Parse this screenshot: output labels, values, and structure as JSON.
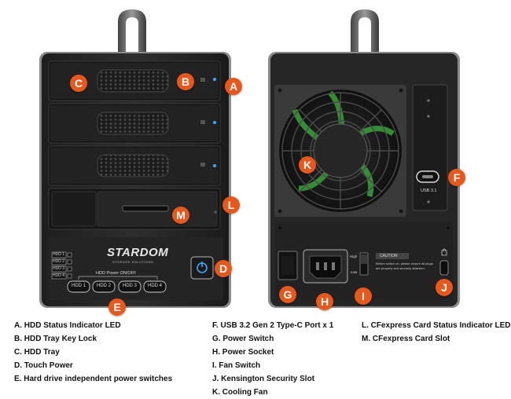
{
  "front": {
    "brand": "STARDOM",
    "brand_sub": "STORAGE SOLUTIONS",
    "indicator_labels": [
      "HDD 1",
      "HDD 2",
      "HDD 3",
      "HDD 4"
    ],
    "power_label": "HDD Power ON/OFF",
    "hdd_buttons": [
      "HDD 1",
      "HDD 2",
      "HDD 3",
      "HDD 4"
    ]
  },
  "back": {
    "usb_label": "USB 3.1",
    "fan_high": "High",
    "fan_low": "Low",
    "caution": "CAUTION",
    "warning_text": "Before switch on, please ensure all plugs are properly and securely attached."
  },
  "callouts": {
    "A": "A",
    "B": "B",
    "C": "C",
    "D": "D",
    "E": "E",
    "F": "F",
    "G": "G",
    "H": "H",
    "I": "I",
    "J": "J",
    "K": "K",
    "L": "L",
    "M": "M"
  },
  "legend": {
    "col1": [
      "A. HDD Status Indicator LED",
      "B. HDD Tray Key Lock",
      "C. HDD Tray",
      "D. Touch Power",
      "E. Hard drive independent power switches"
    ],
    "col2": [
      "F. USB 3.2 Gen 2 Type-C Port x 1",
      "G. Power Switch",
      "H. Power Socket",
      "I. Fan Switch",
      "J. Kensington Security Slot",
      "K. Cooling Fan"
    ],
    "col3": [
      "L. CFexpress Card Status Indicator LED",
      "M. CFexpress Card Slot"
    ]
  },
  "colors": {
    "callout": "#e8581c",
    "led_blue": "#3fa9f5",
    "fan_green": "#3aa23a",
    "body_dark": "#2b2b2b"
  }
}
